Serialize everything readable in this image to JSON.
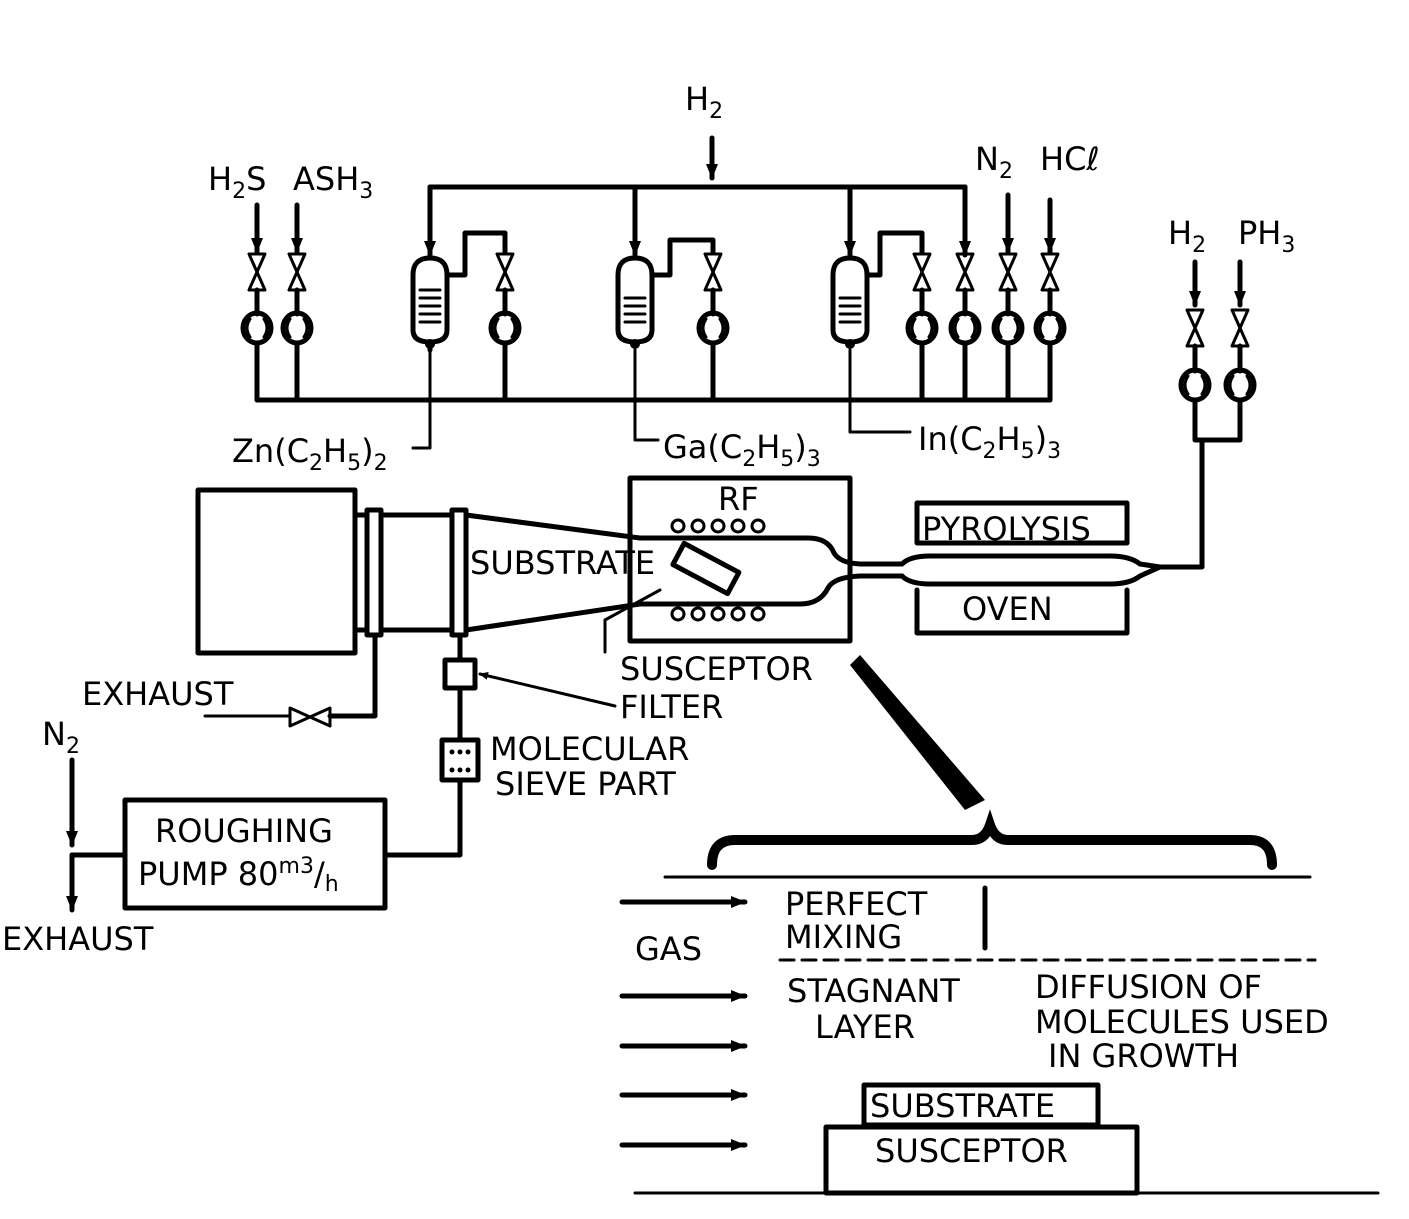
{
  "gases": {
    "h2_top": {
      "main": "H",
      "sub": "2"
    },
    "h2s": {
      "a": "H",
      "sub": "2",
      "b": "S"
    },
    "ash3": {
      "a": "ASH",
      "sub": "3"
    },
    "n2_top": {
      "main": "N",
      "sub": "2"
    },
    "hcl": "HCℓ",
    "h2_right": {
      "main": "H",
      "sub": "2"
    },
    "ph3": {
      "main": "PH",
      "sub": "3"
    },
    "n2_left": {
      "main": "N",
      "sub": "2"
    }
  },
  "sources": {
    "zn": {
      "a": "Zn(C",
      "s1": "2",
      "b": "H",
      "s2": "5",
      "c": ")",
      "s3": "2"
    },
    "ga": {
      "a": "Ga(C",
      "s1": "2",
      "b": "H",
      "s2": "5",
      "c": ")",
      "s3": "3"
    },
    "in": {
      "a": "In(C",
      "s1": "2",
      "b": "H",
      "s2": "5",
      "c": ")",
      "s3": "3"
    }
  },
  "labels": {
    "rf": "RF",
    "substrate": "SUBSTRATE",
    "susceptor": "SUSCEPTOR",
    "filter": "FILTER",
    "pyrolysis": "PYROLYSIS",
    "oven": "OVEN",
    "exhaust_top": "EXHAUST",
    "exhaust_bottom": "EXHAUST",
    "molecular_1": "MOLECULAR",
    "molecular_2": "SIEVE PART",
    "roughing_1": "ROUGHING",
    "roughing_2": "PUMP 80",
    "roughing_sup": "m3",
    "roughing_den": "h"
  },
  "detail": {
    "gas": "GAS",
    "perfect_1": "PERFECT",
    "perfect_2": "MIXING",
    "stagnant_1": "STAGNANT",
    "stagnant_2": "LAYER",
    "diffusion_1": "DIFFUSION OF",
    "diffusion_2": "MOLECULES USED",
    "diffusion_3": "IN GROWTH",
    "substrate": "SUBSTRATE",
    "susceptor": "SUSCEPTOR"
  }
}
